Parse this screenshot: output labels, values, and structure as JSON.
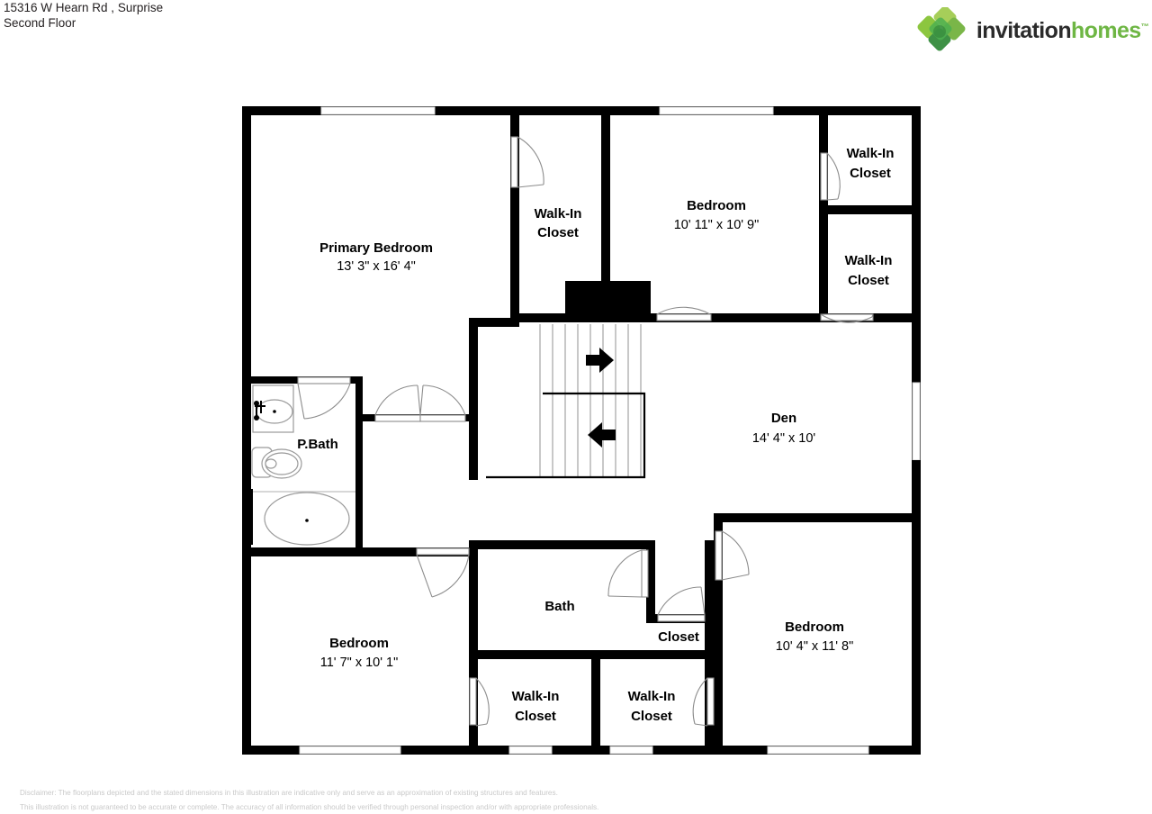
{
  "header": {
    "address": "15316 W Hearn Rd , Surprise",
    "floor": "Second Floor"
  },
  "brand": {
    "name_part1": "invitation",
    "name_part2": "homes",
    "trademark": "™",
    "logo_icon": "invitation-homes-diamond-logo",
    "color_green": "#6eb644",
    "color_green_dark": "#3e9146",
    "color_green_light": "#a6ce59",
    "color_text": "#2b2b2b"
  },
  "footer": {
    "line1": "Disclaimer: The floorplans depicted and the stated dimensions in this illustration are indicative only and serve as an approximation of existing structures and features.",
    "line2": "This illustration is not guaranteed to be accurate or complete. The accuracy of all information should be verified through personal inspection and/or with appropriate professionals."
  },
  "floorplan": {
    "title": "Second Floor",
    "rooms": [
      {
        "id": "primary-bedroom",
        "name": "Primary Bedroom",
        "dimensions": "13' 3\" x 16' 4\""
      },
      {
        "id": "walkin-closet-1",
        "name": "Walk-In Closet",
        "dimensions": ""
      },
      {
        "id": "bedroom-2",
        "name": "Bedroom",
        "dimensions": "10' 11\" x 10' 9\""
      },
      {
        "id": "walkin-closet-2",
        "name": "Walk-In Closet",
        "dimensions": ""
      },
      {
        "id": "walkin-closet-3",
        "name": "Walk-In Closet",
        "dimensions": ""
      },
      {
        "id": "primary-bath",
        "name": "P.Bath",
        "dimensions": ""
      },
      {
        "id": "den",
        "name": "Den",
        "dimensions": "14' 4\" x 10'"
      },
      {
        "id": "bedroom-3",
        "name": "Bedroom",
        "dimensions": "11' 7\" x 10' 1\""
      },
      {
        "id": "bath",
        "name": "Bath",
        "dimensions": ""
      },
      {
        "id": "closet",
        "name": "Closet",
        "dimensions": ""
      },
      {
        "id": "walkin-closet-4",
        "name": "Walk-In Closet",
        "dimensions": ""
      },
      {
        "id": "walkin-closet-5",
        "name": "Walk-In Closet",
        "dimensions": ""
      },
      {
        "id": "bedroom-4",
        "name": "Bedroom",
        "dimensions": "10' 4\" x 11' 8\""
      }
    ],
    "labels": {
      "primary_bedroom_name": "Primary Bedroom",
      "primary_bedroom_dim": "13' 3\" x 16' 4\"",
      "walkin_closet_top_left_l1": "Walk-In",
      "walkin_closet_top_left_l2": "Closet",
      "bedroom_top_name": "Bedroom",
      "bedroom_top_dim": "10' 11\" x 10' 9\"",
      "walkin_closet_tr1_l1": "Walk-In",
      "walkin_closet_tr1_l2": "Closet",
      "walkin_closet_tr2_l1": "Walk-In",
      "walkin_closet_tr2_l2": "Closet",
      "pbath_name": "P.Bath",
      "den_name": "Den",
      "den_dim": "14' 4\" x 10'",
      "bedroom_bl_name": "Bedroom",
      "bedroom_bl_dim": "11' 7\" x 10' 1\"",
      "bath_name": "Bath",
      "closet_name": "Closet",
      "walkin_closet_bm1_l1": "Walk-In",
      "walkin_closet_bm1_l2": "Closet",
      "walkin_closet_bm2_l1": "Walk-In",
      "walkin_closet_bm2_l2": "Closet",
      "bedroom_br_name": "Bedroom",
      "bedroom_br_dim": "10' 4\" x 11' 8\""
    },
    "stairs": {
      "up_arrow": "arrow-right",
      "down_arrow": "arrow-left"
    }
  }
}
